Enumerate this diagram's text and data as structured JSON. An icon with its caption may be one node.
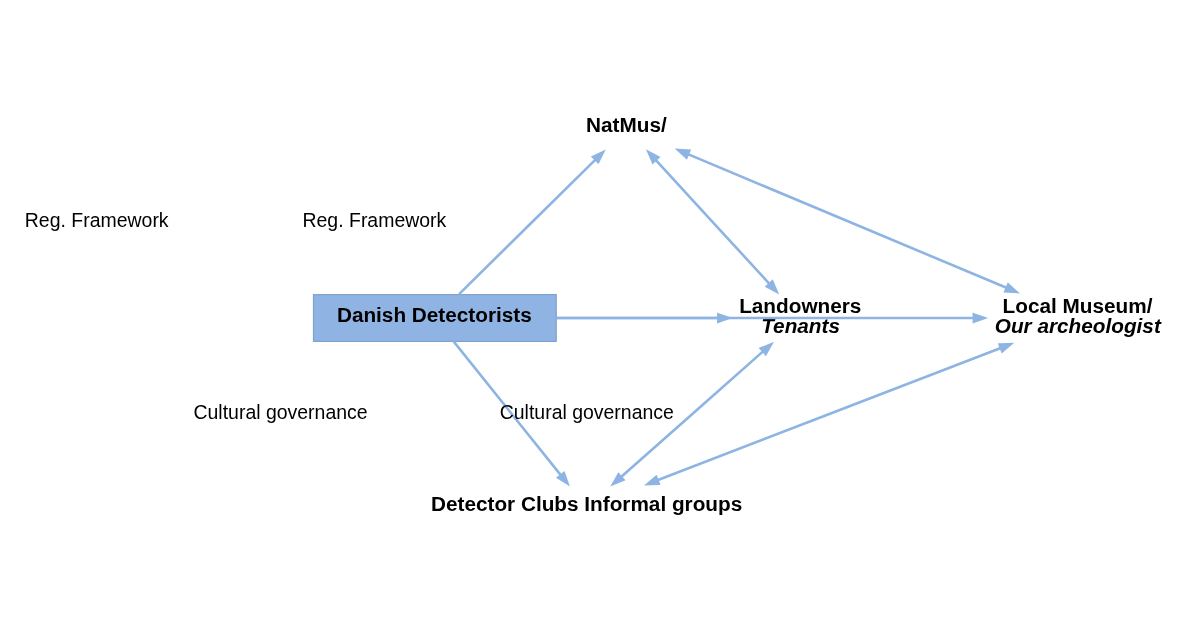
{
  "diagram": {
    "nodes": [
      {
        "text": [
          "NatMus/"
        ]
      },
      {
        "text": [
          "Landowners",
          "Tenants"
        ]
      },
      {
        "text": [
          "Danish Detectorists"
        ]
      },
      {
        "text": [
          "Local Museum/",
          "Our archeologist"
        ]
      },
      {
        "text": [
          "Detector Clubs Informal groups"
        ]
      }
    ],
    "edges": [
      {
        "from": 0,
        "to": 1,
        "arrow": "both"
      },
      {
        "from": 2,
        "to": 0,
        "arrow": "to"
      },
      {
        "from": 0,
        "to": 3,
        "arrow": "both"
      },
      {
        "from": 2,
        "to": 1,
        "arrow": "to"
      },
      {
        "from": 2,
        "to": 3,
        "arrow": "to"
      },
      {
        "from": 2,
        "to": 4,
        "arrow": "to"
      },
      {
        "from": 1,
        "to": 4,
        "arrow": "both"
      },
      {
        "from": 4,
        "to": 3,
        "arrow": "both"
      }
    ],
    "labels": [
      "Reg. Framework",
      "Reg. Framework",
      "Cultural governance",
      "Cultural governance"
    ]
  }
}
